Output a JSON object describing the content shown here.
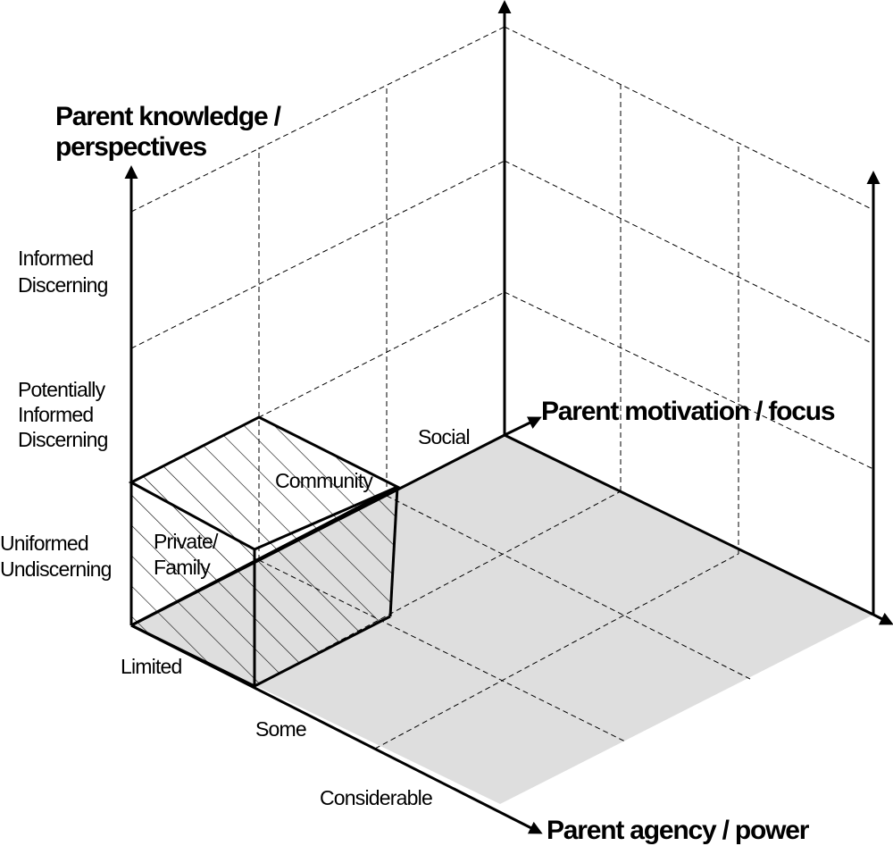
{
  "axes": {
    "knowledge": {
      "title_line1": "Parent knowledge /",
      "title_line2": "perspectives",
      "levels": [
        [
          "Uniformed",
          "Undiscerning"
        ],
        [
          "Potentially",
          "Informed",
          "Discerning"
        ],
        [
          "Informed",
          "Discerning"
        ]
      ]
    },
    "motivation": {
      "title": "Parent  motivation / focus",
      "levels": [
        "Private/",
        "Family",
        "Community",
        "Social"
      ]
    },
    "agency": {
      "title": "Parent agency / power",
      "levels": [
        "Limited",
        "Some",
        "Considerable"
      ]
    }
  }
}
